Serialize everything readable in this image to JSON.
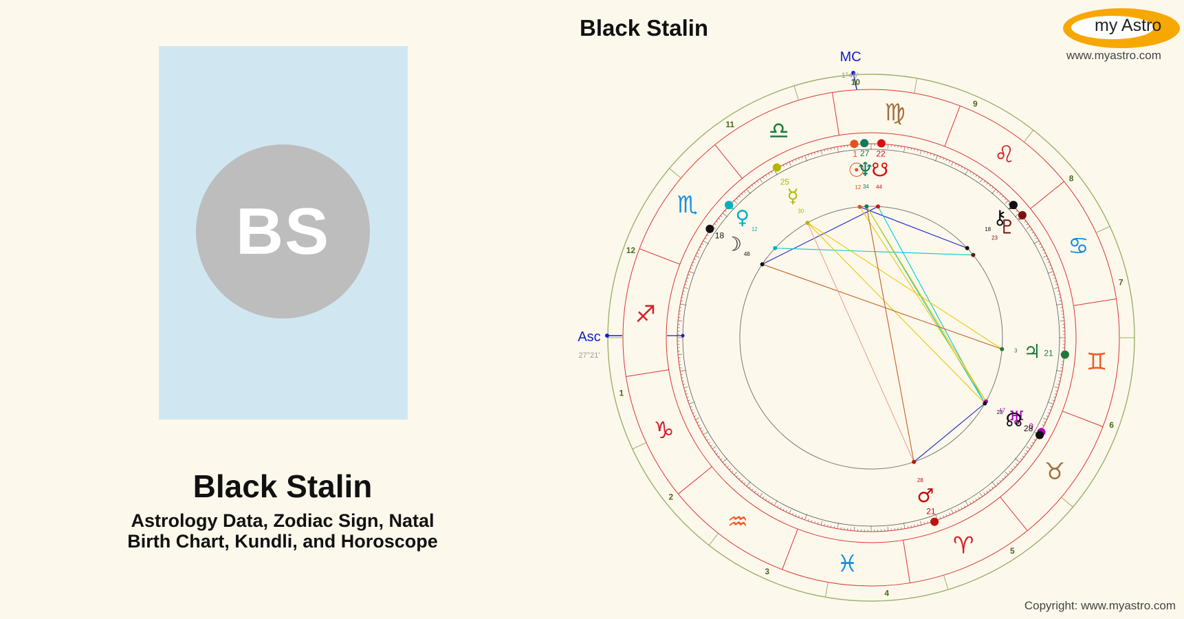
{
  "page": {
    "person_name": "Black Stalin",
    "subtitle_line1": "Astrology Data, Zodiac Sign, Natal",
    "subtitle_line2": "Birth Chart, Kundli, and Horoscope"
  },
  "avatar": {
    "initials": "BS"
  },
  "header": {
    "chart_title": "Black Stalin",
    "logo_text": "my Astro",
    "site_url": "www.myastro.com"
  },
  "footer": {
    "copyright": "Copyright: www.myastro.com"
  },
  "chart": {
    "mc_label": "MC",
    "mc_degree": "1°46'",
    "asc_label": "Asc",
    "asc_degree": "27°21'",
    "houses": [
      {
        "label": "1"
      },
      {
        "label": "2"
      },
      {
        "label": "3"
      },
      {
        "label": "4"
      },
      {
        "label": "5"
      },
      {
        "label": "6"
      },
      {
        "label": "7"
      },
      {
        "label": "8"
      },
      {
        "label": "9"
      },
      {
        "label": "10"
      },
      {
        "label": "11"
      },
      {
        "label": "12"
      }
    ],
    "signs": [
      {
        "glyph": "♑︎",
        "name": "capricorn",
        "color": "#d4202a"
      },
      {
        "glyph": "♒︎",
        "name": "aquarius",
        "color": "#f05a28"
      },
      {
        "glyph": "♓︎",
        "name": "pisces",
        "color": "#1a8fdc"
      },
      {
        "glyph": "♈︎",
        "name": "aries",
        "color": "#d4202a"
      },
      {
        "glyph": "♉︎",
        "name": "taurus",
        "color": "#a0703c"
      },
      {
        "glyph": "♊︎",
        "name": "gemini",
        "color": "#f05a28"
      },
      {
        "glyph": "♋︎",
        "name": "cancer",
        "color": "#1a8fdc"
      },
      {
        "glyph": "♌︎",
        "name": "leo",
        "color": "#d4202a"
      },
      {
        "glyph": "♍︎",
        "name": "virgo",
        "color": "#a0703c"
      },
      {
        "glyph": "♎︎",
        "name": "libra",
        "color": "#1f7a3a"
      },
      {
        "glyph": "♏︎",
        "name": "scorpio",
        "color": "#1a8fdc"
      },
      {
        "glyph": "♐︎",
        "name": "sagittarius",
        "color": "#d4202a"
      }
    ],
    "planets": [
      {
        "name": "pluto",
        "glyph": "♇",
        "deg": "5",
        "min": "23",
        "color": "#7a1010"
      },
      {
        "name": "chiron",
        "glyph": "⚷",
        "deg": "11",
        "min": "18",
        "color": "#111111"
      },
      {
        "name": "jupiter",
        "glyph": "♃",
        "deg": "21",
        "min": "3",
        "color": "#1f7a3a"
      },
      {
        "name": "uranus",
        "glyph": "♅",
        "deg": "0",
        "min": "17",
        "color": "#b000c0"
      },
      {
        "name": "node",
        "glyph": "☊",
        "deg": "28",
        "min": "23",
        "color": "#111111"
      },
      {
        "name": "mars",
        "glyph": "♂",
        "deg": "21",
        "min": "28",
        "color": "#c01010"
      },
      {
        "name": "moon",
        "glyph": "☽",
        "deg": "18",
        "min": "48",
        "color": "#111111"
      },
      {
        "name": "venus",
        "glyph": "♀",
        "deg": "11",
        "min": "12",
        "color": "#00b0c0"
      },
      {
        "name": "mercury",
        "glyph": "☿",
        "deg": "25",
        "min": "30",
        "color": "#b0b800"
      },
      {
        "name": "sun",
        "glyph": "☉",
        "deg": "1",
        "min": "12",
        "color": "#e8501a"
      },
      {
        "name": "neptune",
        "glyph": "♆",
        "deg": "27",
        "min": "34",
        "color": "#0e7a5a"
      },
      {
        "name": "lilith",
        "glyph": "☋",
        "deg": "22",
        "min": "44",
        "color": "#d41010"
      }
    ]
  }
}
